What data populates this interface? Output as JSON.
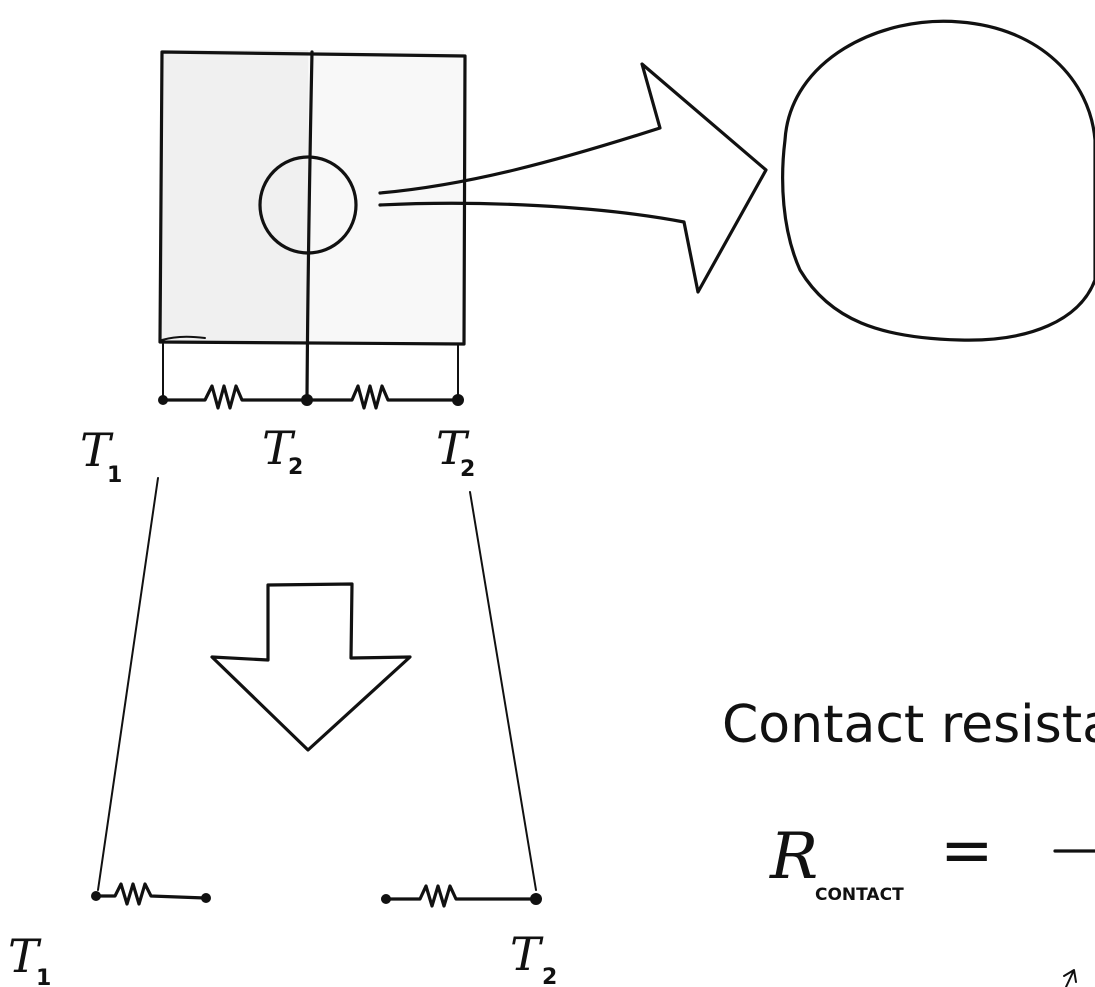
{
  "labels": {
    "t1_top": "T",
    "t1_top_sub": "1",
    "t2_mid": "T",
    "t2_mid_sub": "2",
    "t2_right": "T",
    "t2_right_sub": "2",
    "t1_bottom": "T",
    "t1_bottom_sub": "1",
    "t2_bottom": "T",
    "t2_bottom_sub": "2"
  },
  "caption": {
    "contact_text": "Contact resista",
    "r_symbol": "R",
    "r_subscript": "CONTACT",
    "equals": "="
  },
  "colors": {
    "ink": "#111111",
    "block_shade": "#f0f0f0",
    "background": "#ffffff"
  }
}
